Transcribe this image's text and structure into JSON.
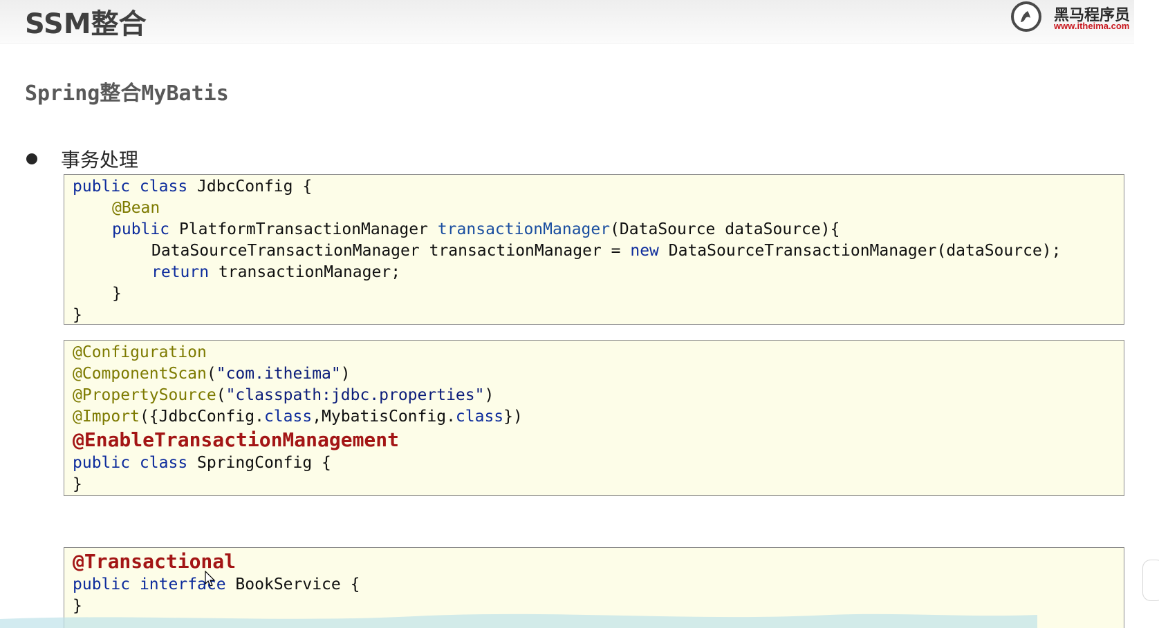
{
  "header": {
    "title": "SSM整合"
  },
  "logo": {
    "name": "黑马程序员",
    "url": "www.itheima.com",
    "icon": "horse-logo-icon"
  },
  "subtitle": "Spring整合MyBatis",
  "bullet": {
    "text": "事务处理"
  },
  "code1": {
    "l1_kw": "public class",
    "l1_name": " JdbcConfig {",
    "l2_ann": "@Bean",
    "l3_kw": "public",
    "l3_type": " PlatformTransactionManager ",
    "l3_method": "transactionManager",
    "l3_rest": "(DataSource dataSource){",
    "l4_a": "DataSourceTransactionManager transactionManager = ",
    "l4_kw": "new",
    "l4_b": " DataSourceTransactionManager(dataSource);",
    "l5_kw": "return",
    "l5_rest": " transactionManager;",
    "l6": "}",
    "l7": "}"
  },
  "code2": {
    "l1_ann": "@Configuration",
    "l2_ann": "@ComponentScan",
    "l2_p1": "(",
    "l2_str": "\"com.itheima\"",
    "l2_p2": ")",
    "l3_ann": "@PropertySource",
    "l3_p1": "(",
    "l3_str": "\"classpath:jdbc.properties\"",
    "l3_p2": ")",
    "l4_ann": "@Import",
    "l4_a": "({JdbcConfig.",
    "l4_kw1": "class",
    "l4_b": ",MybatisConfig.",
    "l4_kw2": "class",
    "l4_c": "})",
    "l5_big": "@EnableTransactionManagement",
    "l6_kw": "public class",
    "l6_name": " SpringConfig {",
    "l7": "}"
  },
  "code3": {
    "l1_big": "@Transactional",
    "l2_kw1": "public",
    "l2_sp": " ",
    "l2_kw2": "interface",
    "l2_name": " BookService {",
    "l3": "}"
  },
  "colors": {
    "keyword": "#0c2b9c",
    "annotation": "#7d7a00",
    "emphasis": "#a31515",
    "code_bg": "#fdfde8"
  }
}
